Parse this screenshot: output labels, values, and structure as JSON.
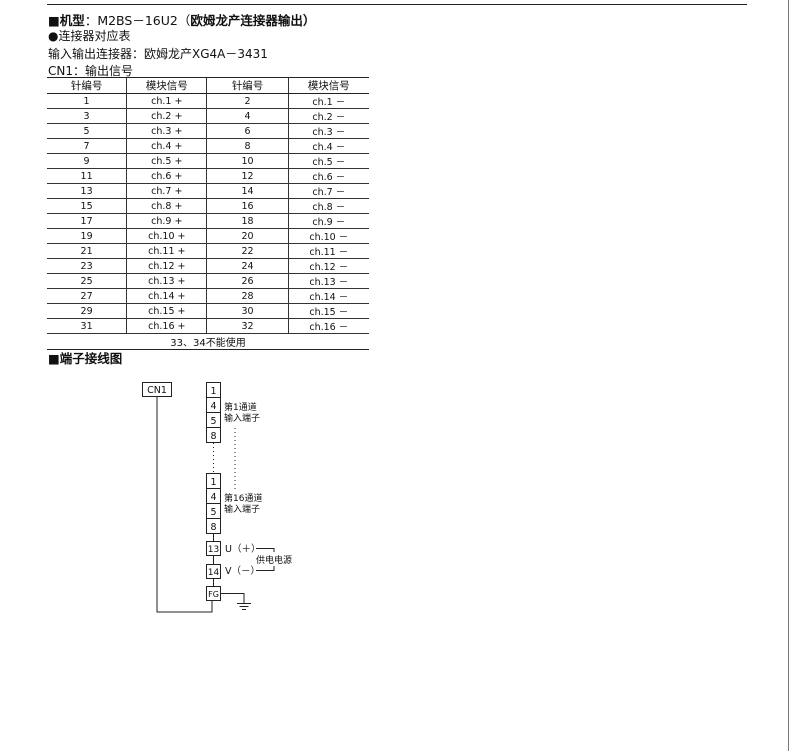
{
  "title": {
    "prefix": "■机型",
    "model": "：M2BS－16U2（",
    "suffix": "欧姆龙产连接器输出）"
  },
  "connector_table_heading": "●连接器对应表",
  "connector_info": "输入输出连接器：欧姆龙产XG4A－3431",
  "cn1_heading": "CN1：输出信号",
  "table": {
    "headers": [
      "针编号",
      "模块信号",
      "针编号",
      "模块信号"
    ],
    "rows": [
      [
        "1",
        "ch.1 +",
        "2",
        "ch.1 －"
      ],
      [
        "3",
        "ch.2 +",
        "4",
        "ch.2 －"
      ],
      [
        "5",
        "ch.3 +",
        "6",
        "ch.3 －"
      ],
      [
        "7",
        "ch.4 +",
        "8",
        "ch.4 －"
      ],
      [
        "9",
        "ch.5 +",
        "10",
        "ch.5 －"
      ],
      [
        "11",
        "ch.6 +",
        "12",
        "ch.6 －"
      ],
      [
        "13",
        "ch.7 +",
        "14",
        "ch.7 －"
      ],
      [
        "15",
        "ch.8 +",
        "16",
        "ch.8 －"
      ],
      [
        "17",
        "ch.9 +",
        "18",
        "ch.9 －"
      ],
      [
        "19",
        "ch.10 +",
        "20",
        "ch.10 －"
      ],
      [
        "21",
        "ch.11 +",
        "22",
        "ch.11 －"
      ],
      [
        "23",
        "ch.12 +",
        "24",
        "ch.12 －"
      ],
      [
        "25",
        "ch.13 +",
        "26",
        "ch.13 －"
      ],
      [
        "27",
        "ch.14 +",
        "28",
        "ch.14 －"
      ],
      [
        "29",
        "ch.15 +",
        "30",
        "ch.15 －"
      ],
      [
        "31",
        "ch.16 +",
        "32",
        "ch.16 －"
      ]
    ],
    "footnote": "33、34不能使用"
  },
  "wiring_heading": "■端子接线图",
  "diagram": {
    "cn1_label": "CN1",
    "terminals_group1": [
      "1",
      "4",
      "5",
      "8"
    ],
    "terminals_group2": [
      "1",
      "4",
      "5",
      "8"
    ],
    "group1_label_line1": "第1通道",
    "group1_label_line2": "输入端子",
    "group2_label_line1": "第16通道",
    "group2_label_line2": "输入端子",
    "terminal_13": "13",
    "terminal_14": "14",
    "terminal_fg": "FG",
    "u_label": "U（＋）",
    "v_label": "V（－）",
    "power_label": "供电电源"
  }
}
